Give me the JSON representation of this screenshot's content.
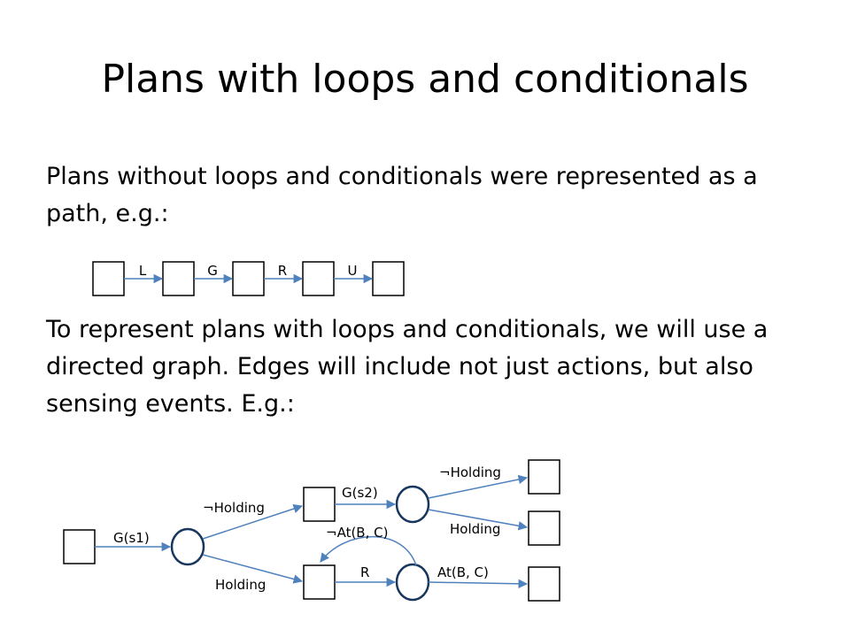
{
  "title": "Plans with loops and conditionals",
  "paragraphs": {
    "intro": "Plans without loops and conditionals were represented as a path, e.g.:",
    "graph_intro": "To represent plans with loops and conditionals, we will use a directed graph.  Edges will include not just actions, but also sensing events.  E.g.:"
  },
  "path_example": {
    "edge_labels": [
      "L",
      "G",
      "R",
      "U"
    ]
  },
  "graph_example": {
    "labels": {
      "g_s1": "G(s1)",
      "not_holding_upper": "Holding",
      "holding_lower": "Holding",
      "g_s2": "G(s2)",
      "not_at_b_c": "At(B, C)",
      "r": "R",
      "not_holding_top": "Holding",
      "holding_mid": "Holding",
      "at_b_c": "At(B, C)"
    },
    "negation_symbol": "¬"
  },
  "colors": {
    "edge": "#4f81bd",
    "node_stroke": "#000000",
    "circle_stroke": "#17375e"
  }
}
